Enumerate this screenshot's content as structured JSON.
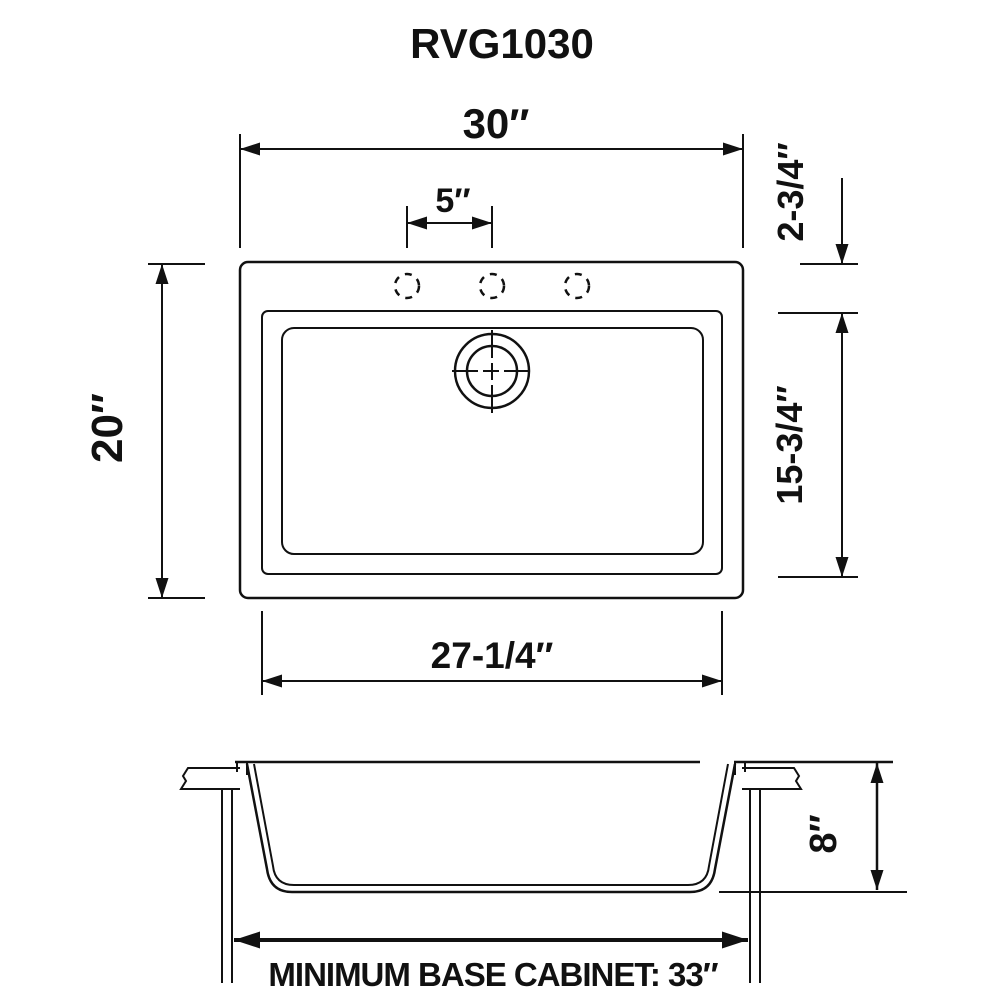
{
  "title": "RVG1030",
  "colors": {
    "line": "#111111",
    "background": "#ffffff"
  },
  "top_view": {
    "overall_width_label": "30″",
    "faucet_hole_spacing_label": "5″",
    "overall_depth_label": "20″",
    "rim_to_bowl_offset_label": "2-3/4″",
    "bowl_front_to_back_label": "15-3/4″",
    "bowl_width_label": "27-1/4″",
    "faucet_hole_count": 3
  },
  "side_view": {
    "bowl_height_label": "8″",
    "cabinet_note": "MINIMUM BASE CABINET: 33″"
  }
}
